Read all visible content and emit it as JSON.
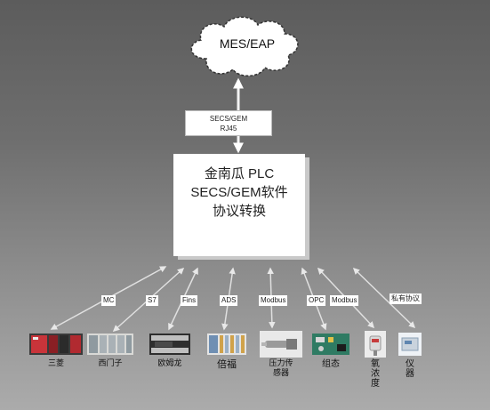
{
  "cloud": {
    "label": "MES/EAP"
  },
  "link": {
    "line1": "SECS/GEM",
    "line2": "RJ45"
  },
  "plc": {
    "line1": "金南瓜 PLC",
    "line2": "SECS/GEM软件",
    "line3": "协议转换"
  },
  "protocols": [
    "MC",
    "S7",
    "Fins",
    "ADS",
    "Modbus",
    "OPC",
    "Modbus",
    "私有协议"
  ],
  "devices": [
    "三菱",
    "西门子",
    "欧姆龙",
    "倍福",
    "压力传\n感器",
    "组态",
    "氧\n浓\n度",
    "仪\n器"
  ]
}
